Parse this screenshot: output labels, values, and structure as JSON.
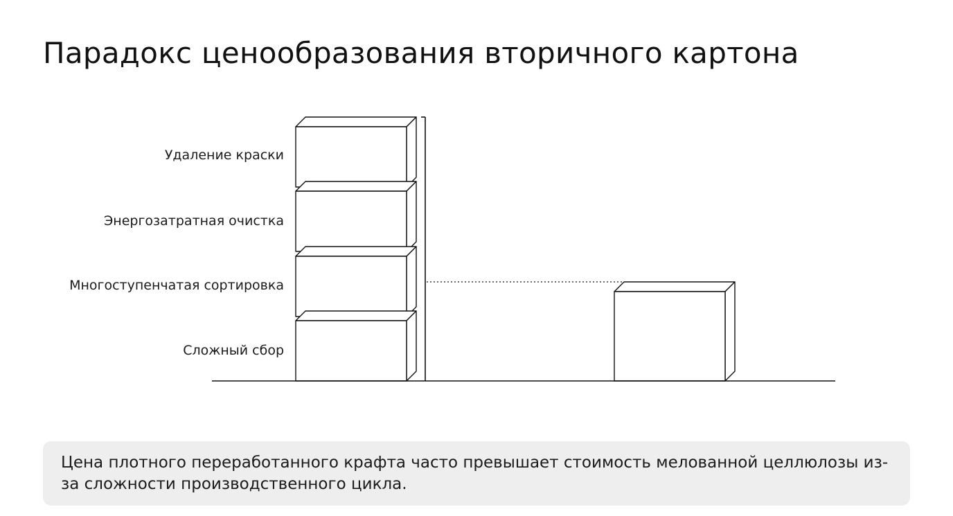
{
  "title": "Парадокс ценообразования вторичного картона",
  "stack_labels": [
    "Удаление краски",
    "Энергозатратная очистка",
    "Многоступенчатая сортировка",
    "Сложный сбор"
  ],
  "caption": "Цена плотного переработанного крафта часто превышает стоимость мелованной целлюлозы из-за сложности производственного цикла.",
  "colors": {
    "stroke": "#111111",
    "caption_bg": "#eeeeee",
    "text": "#111111"
  }
}
